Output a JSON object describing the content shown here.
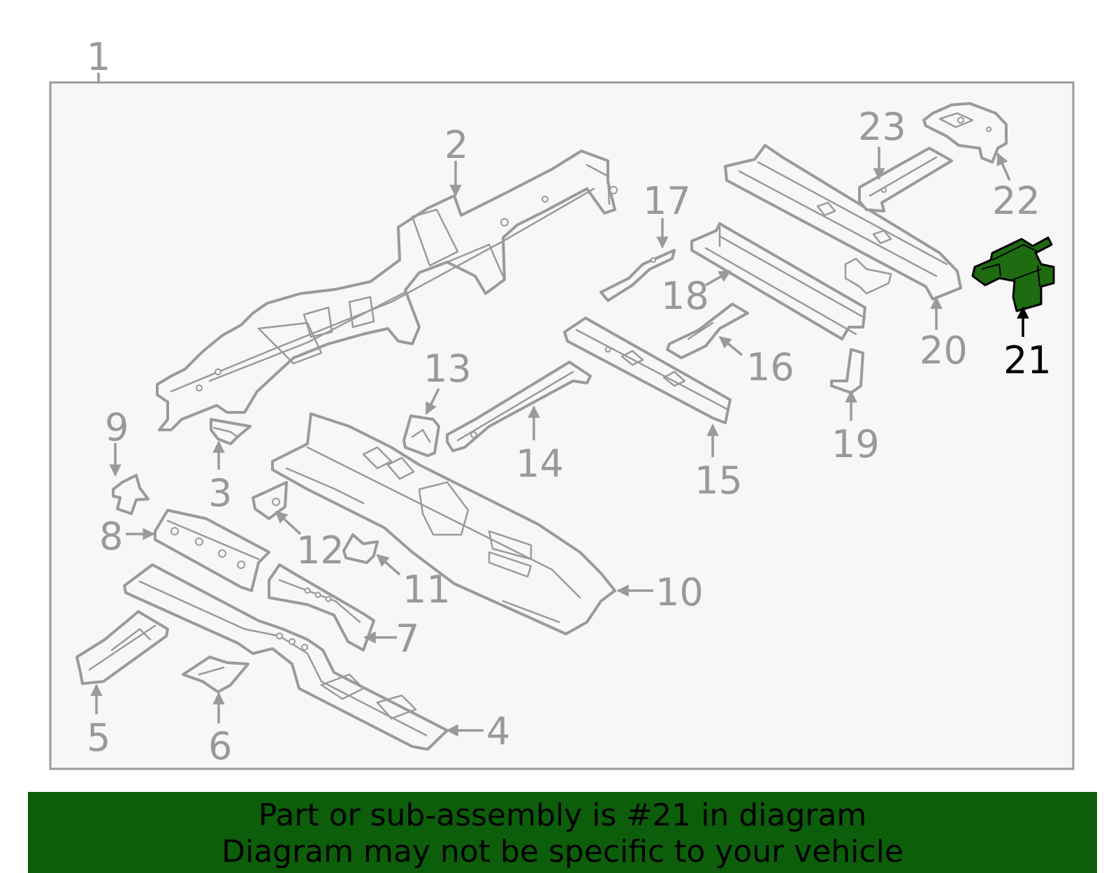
{
  "diagram": {
    "assembly_label": "1",
    "highlighted_part": "21",
    "highlight_color": "#1e6b12",
    "line_color": "#9a9a9a",
    "parts": [
      {
        "id": "p2",
        "label": "2"
      },
      {
        "id": "p3",
        "label": "3"
      },
      {
        "id": "p4",
        "label": "4"
      },
      {
        "id": "p5",
        "label": "5"
      },
      {
        "id": "p6",
        "label": "6"
      },
      {
        "id": "p7",
        "label": "7"
      },
      {
        "id": "p8",
        "label": "8"
      },
      {
        "id": "p9",
        "label": "9"
      },
      {
        "id": "p10",
        "label": "10"
      },
      {
        "id": "p11",
        "label": "11"
      },
      {
        "id": "p12",
        "label": "12"
      },
      {
        "id": "p13",
        "label": "13"
      },
      {
        "id": "p14",
        "label": "14"
      },
      {
        "id": "p15",
        "label": "15"
      },
      {
        "id": "p16",
        "label": "16"
      },
      {
        "id": "p17",
        "label": "17"
      },
      {
        "id": "p18",
        "label": "18"
      },
      {
        "id": "p19",
        "label": "19"
      },
      {
        "id": "p20",
        "label": "20"
      },
      {
        "id": "p21",
        "label": "21"
      },
      {
        "id": "p22",
        "label": "22"
      },
      {
        "id": "p23",
        "label": "23"
      }
    ]
  },
  "banner": {
    "line1": "Part or sub-assembly is #21 in diagram",
    "line2": "Diagram may not be specific to your vehicle",
    "background": "#0d5e0b"
  }
}
